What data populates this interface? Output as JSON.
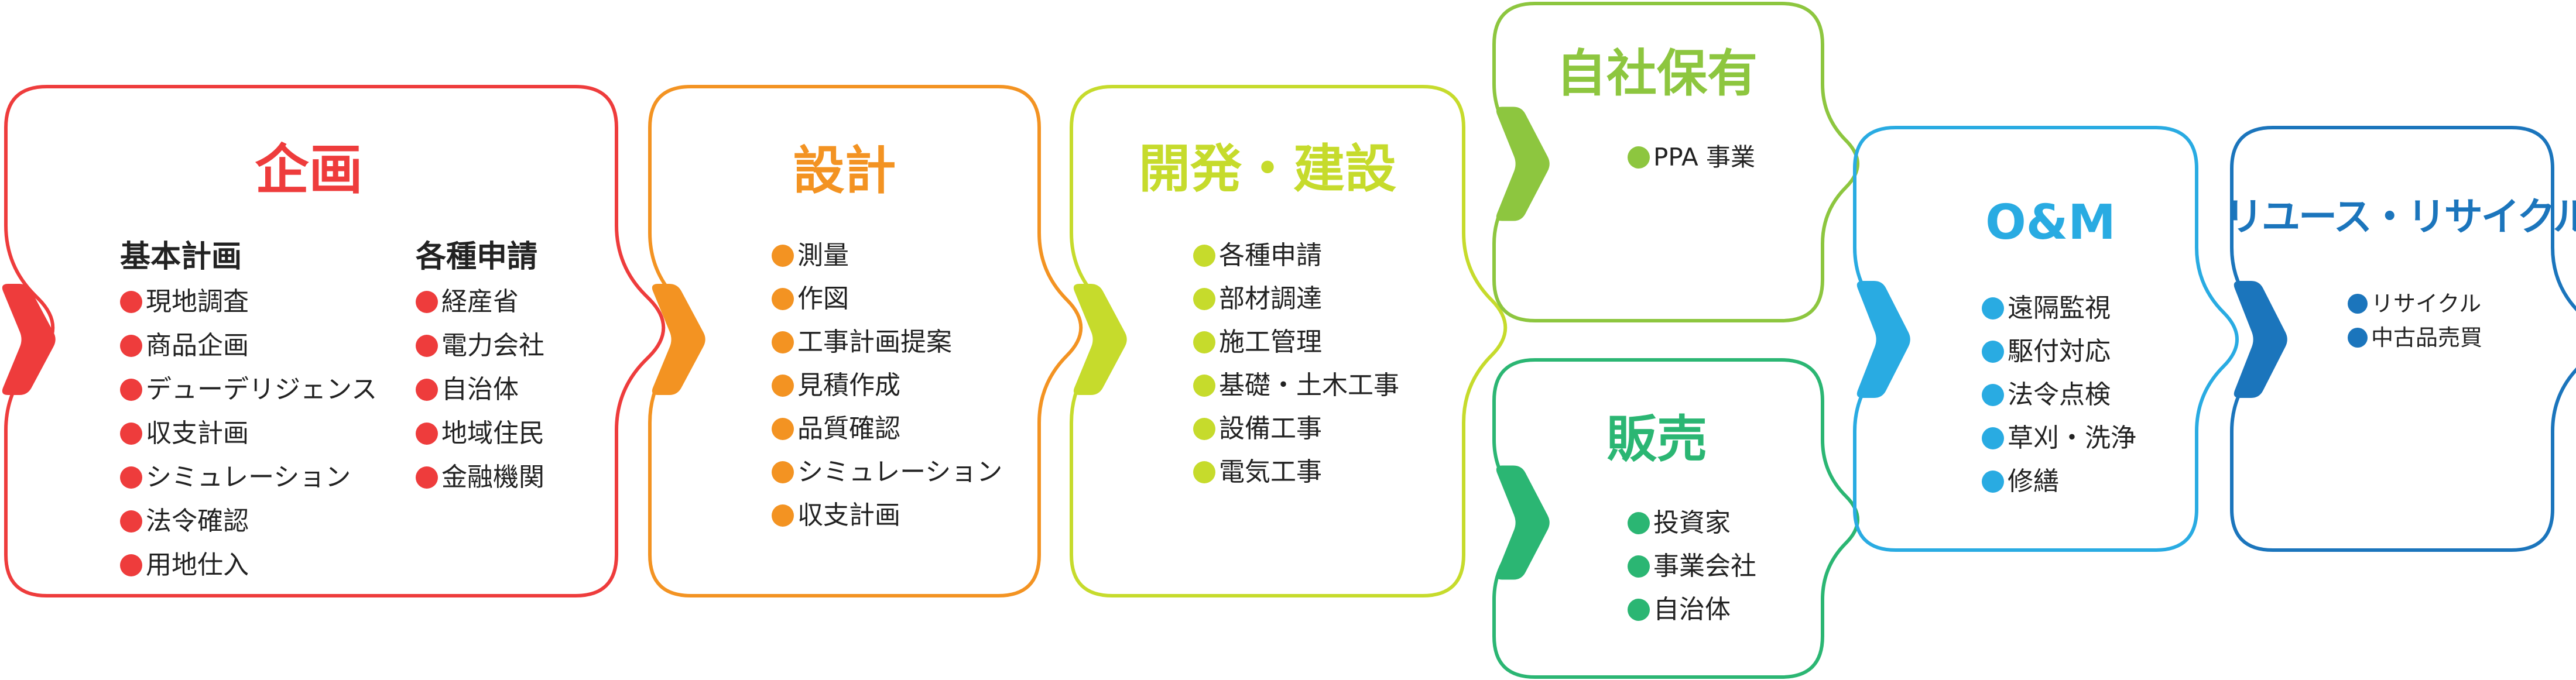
{
  "colors": {
    "kikaku": "#ee3c3c",
    "sekkei": "#f39322",
    "kaihatsu": "#c6db2c",
    "jisha": "#8dc63f",
    "hanbai": "#2bb673",
    "om": "#29abe2",
    "reuse": "#1b75bc",
    "text": "#222222"
  },
  "stages": {
    "kikaku": {
      "title": "企画",
      "columns": [
        {
          "heading": "基本計画",
          "items": [
            "現地調査",
            "商品企画",
            "デューデリジェンス",
            "収支計画",
            "シミュレーション",
            "法令確認",
            "用地仕入"
          ]
        },
        {
          "heading": "各種申請",
          "items": [
            "経産省",
            "電力会社",
            "自治体",
            "地域住民",
            "金融機関"
          ]
        }
      ]
    },
    "sekkei": {
      "title": "設計",
      "items": [
        "測量",
        "作図",
        "工事計画提案",
        "見積作成",
        "品質確認",
        "シミュレーション",
        "収支計画"
      ]
    },
    "kaihatsu": {
      "title": "開発・建設",
      "items": [
        "各種申請",
        "部材調達",
        "施工管理",
        "基礎・土木工事",
        "設備工事",
        "電気工事"
      ]
    },
    "jisha": {
      "title": "自社保有",
      "items": [
        "PPA 事業"
      ]
    },
    "hanbai": {
      "title": "販売",
      "items": [
        "投資家",
        "事業会社",
        "自治体"
      ]
    },
    "om": {
      "title": "O&M",
      "items": [
        "遠隔監視",
        "駆付対応",
        "法令点検",
        "草刈・洗浄",
        "修繕"
      ]
    },
    "reuse": {
      "title": "リユース・リサイクル",
      "items": [
        "リサイクル",
        "中古品売買"
      ]
    }
  }
}
